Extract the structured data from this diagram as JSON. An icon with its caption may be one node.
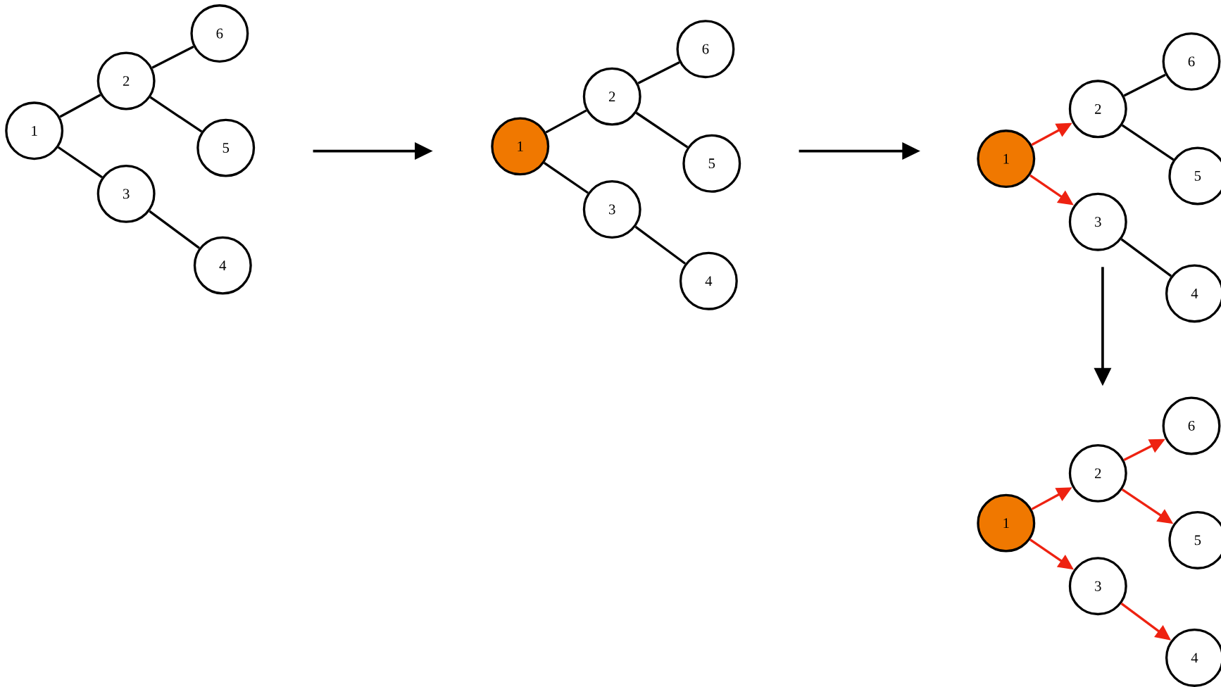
{
  "diagram": {
    "nodes": [
      {
        "text": [
          "1"
        ]
      },
      {
        "text": [
          "2"
        ]
      },
      {
        "text": [
          "3"
        ]
      },
      {
        "text": [
          "4"
        ]
      },
      {
        "text": [
          "5"
        ]
      },
      {
        "text": [
          "6"
        ]
      },
      {
        "text": [
          "1"
        ]
      },
      {
        "text": [
          "2"
        ]
      },
      {
        "text": [
          "3"
        ]
      },
      {
        "text": [
          "4"
        ]
      },
      {
        "text": [
          "5"
        ]
      },
      {
        "text": [
          "6"
        ]
      },
      {
        "text": [
          "1"
        ]
      },
      {
        "text": [
          "2"
        ]
      },
      {
        "text": [
          "3"
        ]
      },
      {
        "text": [
          "4"
        ]
      },
      {
        "text": [
          "5"
        ]
      },
      {
        "text": [
          "6"
        ]
      },
      {
        "text": [
          "1"
        ]
      },
      {
        "text": [
          "2"
        ]
      },
      {
        "text": [
          "3"
        ]
      },
      {
        "text": [
          "4"
        ]
      },
      {
        "text": [
          "5"
        ]
      },
      {
        "text": [
          "6"
        ]
      }
    ],
    "edges": [
      {
        "from": 0,
        "to": 1,
        "arrow": "none"
      },
      {
        "from": 0,
        "to": 2,
        "arrow": "none"
      },
      {
        "from": 1,
        "to": 5,
        "arrow": "none"
      },
      {
        "from": 1,
        "to": 4,
        "arrow": "none"
      },
      {
        "from": 2,
        "to": 3,
        "arrow": "none"
      },
      {
        "from": 6,
        "to": 7,
        "arrow": "none"
      },
      {
        "from": 6,
        "to": 8,
        "arrow": "none"
      },
      {
        "from": 7,
        "to": 11,
        "arrow": "none"
      },
      {
        "from": 7,
        "to": 10,
        "arrow": "none"
      },
      {
        "from": 8,
        "to": 9,
        "arrow": "none"
      },
      {
        "from": 12,
        "to": 13,
        "arrow": "to",
        "color": "#ee2211"
      },
      {
        "from": 12,
        "to": 14,
        "arrow": "to",
        "color": "#ee2211"
      },
      {
        "from": 13,
        "to": 17,
        "arrow": "none"
      },
      {
        "from": 13,
        "to": 16,
        "arrow": "none"
      },
      {
        "from": 14,
        "to": 15,
        "arrow": "none"
      },
      {
        "from": 18,
        "to": 19,
        "arrow": "to",
        "color": "#ee2211"
      },
      {
        "from": 18,
        "to": 20,
        "arrow": "to",
        "color": "#ee2211"
      },
      {
        "from": 19,
        "to": 23,
        "arrow": "to",
        "color": "#ee2211"
      },
      {
        "from": 19,
        "to": 22,
        "arrow": "to",
        "color": "#ee2211"
      },
      {
        "from": 20,
        "to": 21,
        "arrow": "to",
        "color": "#ee2211"
      }
    ]
  }
}
